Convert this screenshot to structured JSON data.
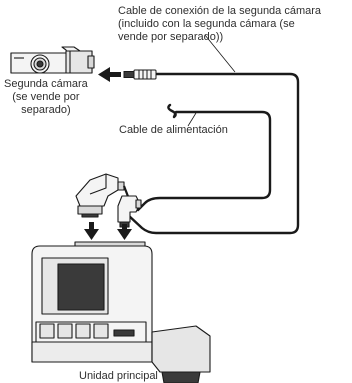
{
  "labels": {
    "second_camera_cable": "Cable de conexión de la segunda cámara\n(incluido con la segunda cámara (se\nvende por separado))",
    "second_camera": "Segunda cámara\n(se vende por\nseparado)",
    "power_cable": "Cable de alimentación",
    "main_unit": "Unidad principal"
  },
  "colors": {
    "line": "#1a1a1a",
    "body": "#f4f4f4",
    "shade": "#d9d9d9",
    "dark": "#3a3a3a"
  },
  "icons": {
    "second_camera": "camera-icon",
    "down_arrows": "arrow-down-icon"
  }
}
